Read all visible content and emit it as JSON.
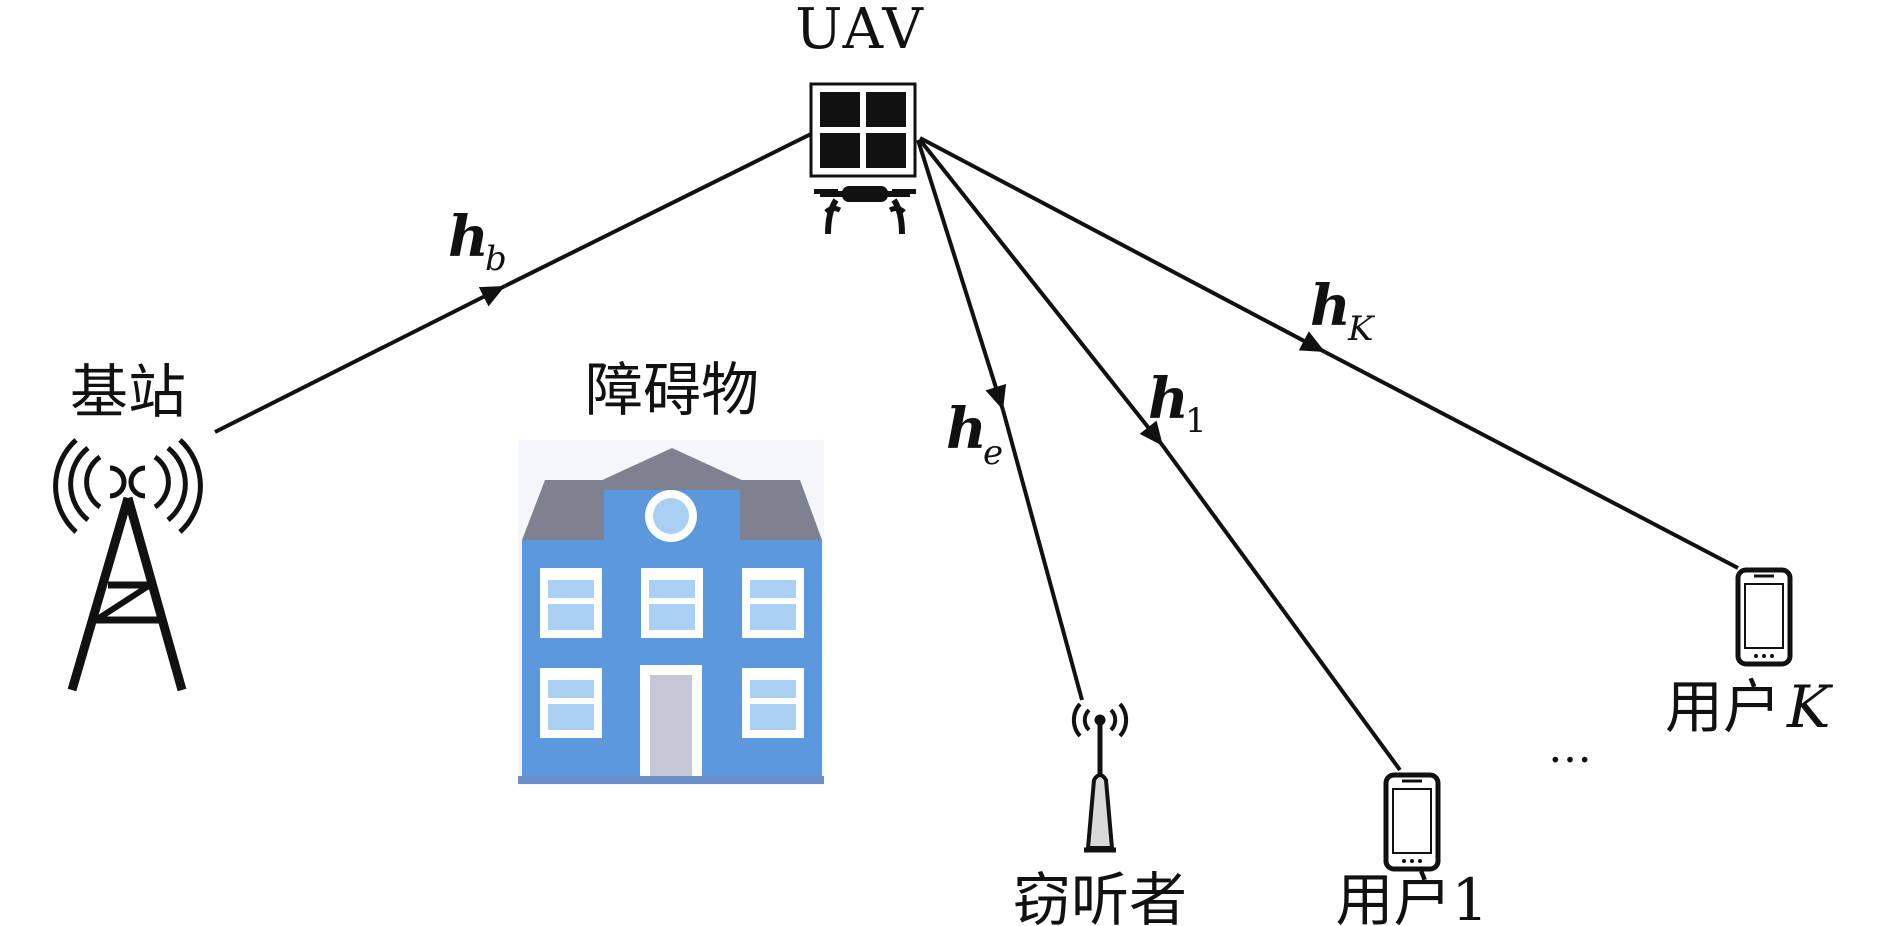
{
  "nodes": {
    "uav": {
      "label": "UAV"
    },
    "base_station": {
      "label": "基站"
    },
    "obstacle": {
      "label": "障碍物"
    },
    "eavesdropper": {
      "label": "窃听者"
    },
    "user_1": {
      "label": "用户1"
    },
    "user_k": {
      "label_prefix": "用户",
      "label_var": "K"
    },
    "ellipsis": "…"
  },
  "channels": {
    "h_b": {
      "base": "h",
      "sub": "b"
    },
    "h_e": {
      "base": "h",
      "sub": "e"
    },
    "h_1": {
      "base": "h",
      "sub": "1"
    },
    "h_K": {
      "base": "h",
      "sub": "K"
    }
  },
  "colors": {
    "building_body": "#5b98de",
    "building_roof": "#7d8190",
    "window": "#ffffff",
    "window_glass": "#a9d0f2",
    "door": "#c3c8d4",
    "line": "#111111"
  }
}
